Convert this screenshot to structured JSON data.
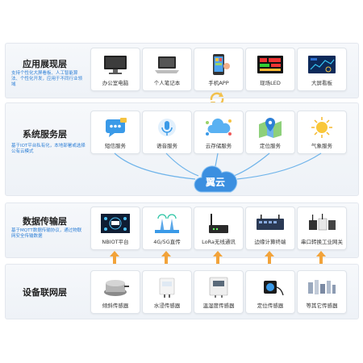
{
  "colors": {
    "accent_blue": "#2d7fd6",
    "arrow_orange": "#f2a33a",
    "cloud_blue": "#3b8fe0"
  },
  "cloud_label": "翼云",
  "layers": [
    {
      "title": "应用展现层",
      "desc": "支持个性化大屏看板、人工智能算法、个性化开发，应用于不同行业领域",
      "cards": [
        {
          "label": "办公室电脑",
          "icon": "desktop-icon"
        },
        {
          "label": "个人笔记本",
          "icon": "laptop-icon"
        },
        {
          "label": "手机APP",
          "icon": "phone-app-icon"
        },
        {
          "label": "现场LED",
          "icon": "led-display-icon"
        },
        {
          "label": "大屏看板",
          "icon": "dashboard-icon"
        }
      ]
    },
    {
      "title": "系统服务层",
      "desc": "基于IOT平台私有化，本地部署或选择公有云模式",
      "cards": [
        {
          "label": "短信服务",
          "icon": "sms-icon"
        },
        {
          "label": "语音服务",
          "icon": "voice-icon"
        },
        {
          "label": "云存储服务",
          "icon": "cloud-storage-icon"
        },
        {
          "label": "定位服务",
          "icon": "location-icon"
        },
        {
          "label": "气象服务",
          "icon": "weather-icon"
        }
      ]
    },
    {
      "title": "数据传输层",
      "desc": "基于MQTT数据传输协议，通过物联网安全传输数据",
      "cards": [
        {
          "label": "NBIOT平台",
          "icon": "nbiot-icon"
        },
        {
          "label": "4G/5G直传",
          "icon": "tower-icon"
        },
        {
          "label": "LoRa无线通讯",
          "icon": "lora-icon"
        },
        {
          "label": "边缘计算终端",
          "icon": "edge-terminal-icon"
        },
        {
          "label": "串口转换工业网关",
          "icon": "gateway-icon"
        }
      ]
    },
    {
      "title": "设备联网层",
      "desc": "",
      "cards": [
        {
          "label": "倾斜传感器",
          "icon": "tilt-sensor-icon"
        },
        {
          "label": "水浸传感器",
          "icon": "water-sensor-icon"
        },
        {
          "label": "温湿度传感器",
          "icon": "temp-humidity-sensor-icon"
        },
        {
          "label": "定位传感器",
          "icon": "position-sensor-icon"
        },
        {
          "label": "等其它传感器",
          "icon": "other-sensors-icon"
        }
      ]
    }
  ]
}
